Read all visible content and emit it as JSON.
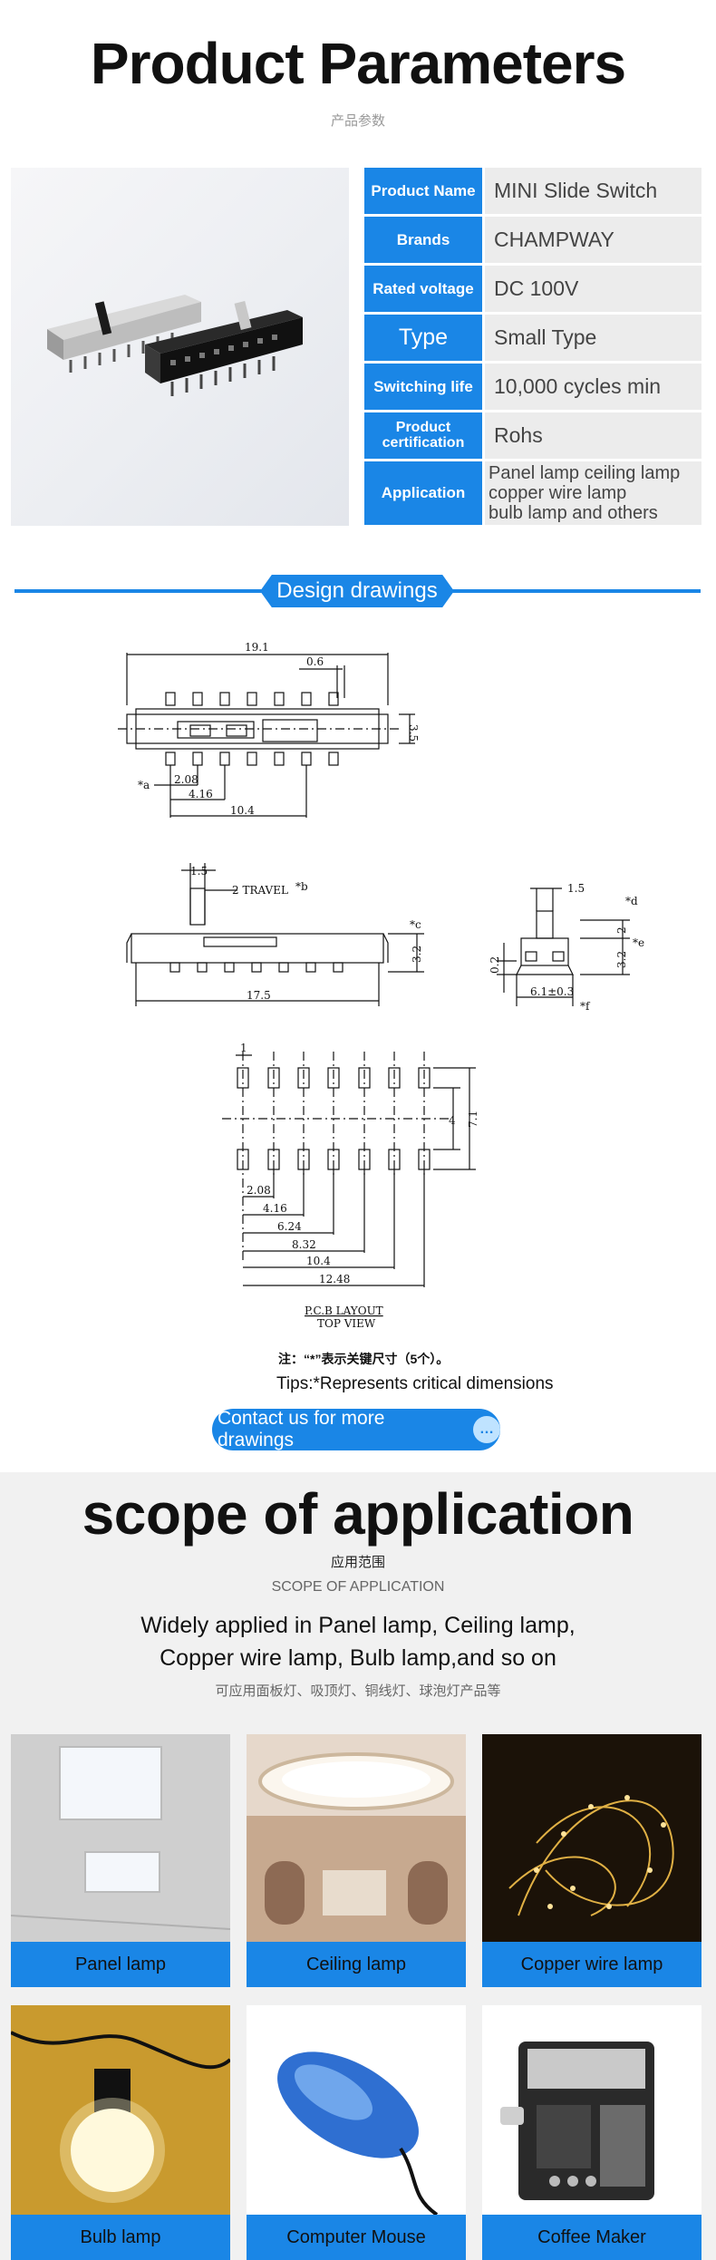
{
  "header": {
    "title": "Product Parameters",
    "subtitle_cn": "产品参数"
  },
  "params": [
    {
      "label": "Product Name",
      "value": "MINI Slide Switch"
    },
    {
      "label": "Brands",
      "value": "CHAMPWAY"
    },
    {
      "label": "Rated voltage",
      "value": "DC  100V"
    },
    {
      "label": "Type",
      "value": "Small Type"
    },
    {
      "label": "Switching life",
      "value": "10,000 cycles min"
    },
    {
      "label": "Product certification",
      "value": "Rohs"
    },
    {
      "label": "Application",
      "value_lines": [
        "Panel lamp ceiling lamp",
        "copper wire lamp",
        "bulb lamp and others"
      ]
    }
  ],
  "drawings": {
    "section_title": "Design drawings",
    "dims": {
      "w191": "19.1",
      "d06": "0.6",
      "d35": "3.5",
      "a": "*a",
      "d208": "2.08",
      "d416": "4.16",
      "d104": "10.4",
      "d15": "1.5",
      "travel": "2 TRAVEL",
      "b": "*b",
      "c": "*c",
      "d32": "3.2",
      "d175": "17.5",
      "d15b": "1.5",
      "dstar": "*d",
      "d2": "2",
      "e": "*e",
      "d02": "0.2",
      "d32b": "3.2",
      "d61": "6.1±0.3",
      "f": "*f",
      "one": "1",
      "four": "4",
      "d71": "7.1",
      "p208": "2.08",
      "p416": "4.16",
      "p624": "6.24",
      "p832": "8.32",
      "p104": "10.4",
      "p1248": "12.48",
      "pcb": "P.C.B LAYOUT",
      "top": "TOP VIEW"
    },
    "note_cn": "注：“*”表示关键尺寸（5个）。",
    "tips": "Tips:*Represents critical dimensions",
    "contact_button": "Contact us for more drawings"
  },
  "application": {
    "title": "scope of application",
    "subtitle_cn": "应用范围",
    "subtitle_en": "SCOPE OF APPLICATION",
    "desc_lines": [
      "Widely applied in Panel lamp, Ceiling lamp,",
      "Copper wire lamp, Bulb lamp,and so on"
    ],
    "desc_cn": "可应用面板灯、吸顶灯、铜线灯、球泡灯产品等",
    "cards": [
      {
        "label": "Panel lamp"
      },
      {
        "label": "Ceiling lamp"
      },
      {
        "label": "Copper wire lamp"
      },
      {
        "label": "Bulb lamp"
      },
      {
        "label": "Computer Mouse"
      },
      {
        "label": "Coffee Maker"
      }
    ]
  },
  "colors": {
    "accent": "#1a86e6",
    "param_bg": "#ececec",
    "section_bg": "#f1f1f1"
  }
}
